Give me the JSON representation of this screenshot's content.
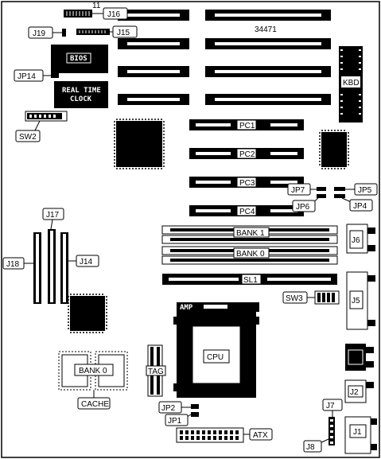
{
  "board": {
    "model": "34471",
    "pin_number": "11",
    "chips": {
      "bios": "BIOS",
      "rtc_line1": "REAL TIME",
      "rtc_line2": "CLOCK",
      "kbd": "KBD",
      "amp": "AMP",
      "cpu": "CPU",
      "tag": "TAG",
      "cache_bank": "BANK 0",
      "cache": "CACHE"
    },
    "slots": {
      "pc1": "PC1",
      "pc2": "PC2",
      "pc3": "PC3",
      "pc4": "PC4",
      "bank1": "BANK 1",
      "bank0": "BANK 0",
      "sl1": "SL1"
    },
    "connectors": {
      "j16": "J16",
      "j15": "J15",
      "j19": "J19",
      "jp14": "JP14",
      "sw2": "SW2",
      "j17": "J17",
      "j18": "J18",
      "j14": "J14",
      "jp7": "JP7",
      "jp5": "JP5",
      "jp6": "JP6",
      "jp4": "JP4",
      "j6": "J6",
      "sw3": "SW3",
      "j5": "J5",
      "j2": "J2",
      "jp2": "JP2",
      "jp1": "JP1",
      "atx": "ATX",
      "j7": "J7",
      "j8": "J8",
      "j1": "J1"
    }
  }
}
